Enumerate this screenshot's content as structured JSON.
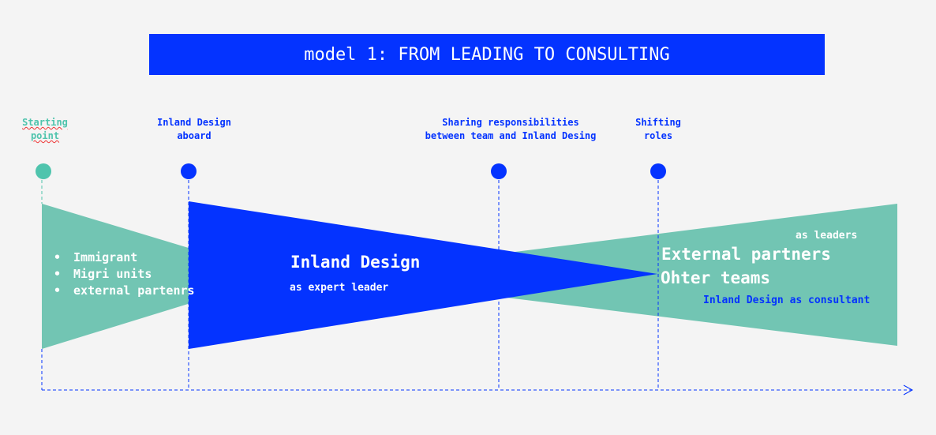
{
  "title": "model 1: FROM LEADING TO CONSULTING",
  "milestones": [
    {
      "line1": "Starting",
      "line2": "point"
    },
    {
      "line1": "Inland Design",
      "line2": "aboard"
    },
    {
      "line1": "Sharing responsibilities",
      "line2": "between team and Inland Desing"
    },
    {
      "line1": "Shifting",
      "line2": "roles"
    }
  ],
  "start_group": [
    "Immigrant",
    "Migri units",
    "external partenrs"
  ],
  "inland": {
    "title": "Inland Design",
    "subtitle": "as expert leader"
  },
  "partners": {
    "tag": "as leaders",
    "line1": "External partners",
    "line2": "Ohter teams",
    "consultant": "Inland Design as consultant"
  },
  "colors": {
    "blue": "#0433ff",
    "teal": "#72c5b3",
    "teal_dot": "#4fc4ad"
  }
}
